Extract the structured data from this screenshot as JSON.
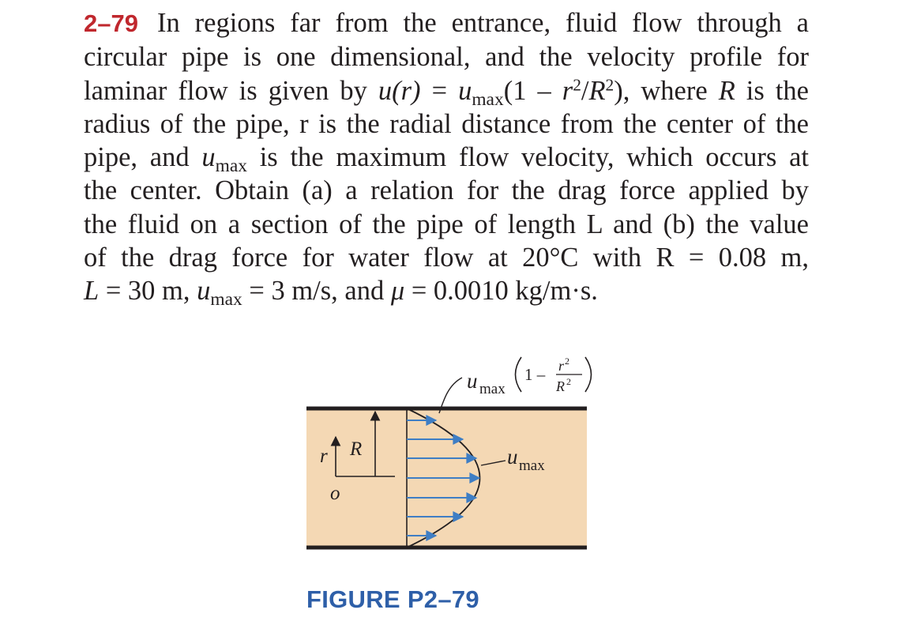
{
  "problem": {
    "number": "2–79",
    "lines": [
      "In regions far from the entrance, fluid flow through a",
      "circular pipe is one dimensional, and the velocity profile for",
      "radius of the pipe, r is the radial distance from the center of the",
      "the center. Obtain (a) a relation for the drag force applied by",
      "the fluid on a section of the pipe of length L and (b) the value",
      "of the drag force for water flow at 20°C with R = 0.08 m,"
    ],
    "l3_pre": "laminar flow is given by ",
    "l3_u_of_r": "u(r)",
    "l3_eq": " = ",
    "l3_u": "u",
    "l3_max": "max",
    "l3_paren": "(1 – ",
    "l3_r": "r",
    "l3_sq1": "2",
    "l3_slash": "/",
    "l3_R": "R",
    "l3_sq2": "2",
    "l3_close": "), where ",
    "l3_R2": "R",
    "l3_end": " is the",
    "l5_pre": "pipe, and ",
    "l5_u": "u",
    "l5_max": "max",
    "l5_post": " is the maximum flow velocity, which occurs at",
    "l8_L": "L",
    "l8_a": " = 30 m, ",
    "l8_u": "u",
    "l8_max": "max",
    "l8_b": " = 3 m/s, and ",
    "l8_mu": "μ",
    "l8_c": " = 0.0010 kg/m·s."
  },
  "figure": {
    "label_formula_u": "u",
    "label_formula_max": "max",
    "label_formula_one": "1 –",
    "label_formula_num": "r",
    "label_formula_num_exp": "2",
    "label_formula_den": "R",
    "label_formula_den_exp": "2",
    "label_umax_u": "u",
    "label_umax_max": "max",
    "label_r": "r",
    "label_R": "R",
    "label_o": "o",
    "caption": "FIGURE P2–79",
    "colors": {
      "pipe_fill": "#f4d8b4",
      "pipe_wall": "#231f20",
      "velocity_arrows": "#3f7ec4",
      "caption": "#2e5fa8"
    }
  }
}
